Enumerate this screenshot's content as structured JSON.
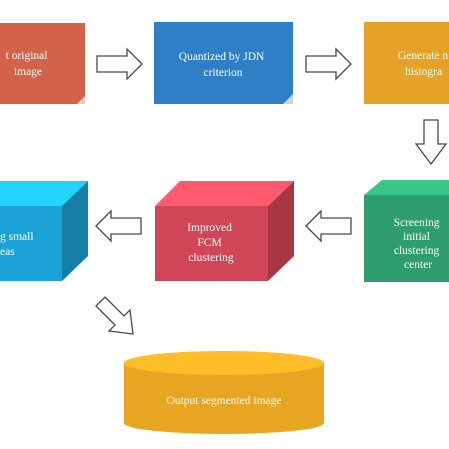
{
  "colors": {
    "red": "#d2624a",
    "blue": "#2f7fc6",
    "orange": "#e6a227",
    "green": "#2e9e6c",
    "crimson": "#d04656",
    "cyan": "#1ba2d6",
    "gold": "#e8a522",
    "arrow_stroke": "#4a4a4a"
  },
  "nodes": {
    "input": {
      "lines": [
        "t original",
        "image"
      ]
    },
    "quantized": {
      "lines": [
        "Quantized by JDN",
        "criterion"
      ]
    },
    "histogram": {
      "lines": [
        "Generate n",
        "histogra"
      ]
    },
    "screening": {
      "lines": [
        "Screening",
        "initial",
        "clustering",
        "center"
      ]
    },
    "fcm": {
      "lines": [
        "Improved",
        "FCM",
        "clustering"
      ]
    },
    "merging": {
      "lines": [
        "g small",
        "eas"
      ]
    },
    "output": {
      "lines": [
        "Output segmented image"
      ]
    }
  },
  "arrows": [
    {
      "id": "arrow-right-1",
      "dir": "right"
    },
    {
      "id": "arrow-right-2",
      "dir": "right"
    },
    {
      "id": "arrow-down",
      "dir": "down"
    },
    {
      "id": "arrow-left-1",
      "dir": "left"
    },
    {
      "id": "arrow-left-2",
      "dir": "left"
    },
    {
      "id": "arrow-diag",
      "dir": "down-right"
    }
  ]
}
